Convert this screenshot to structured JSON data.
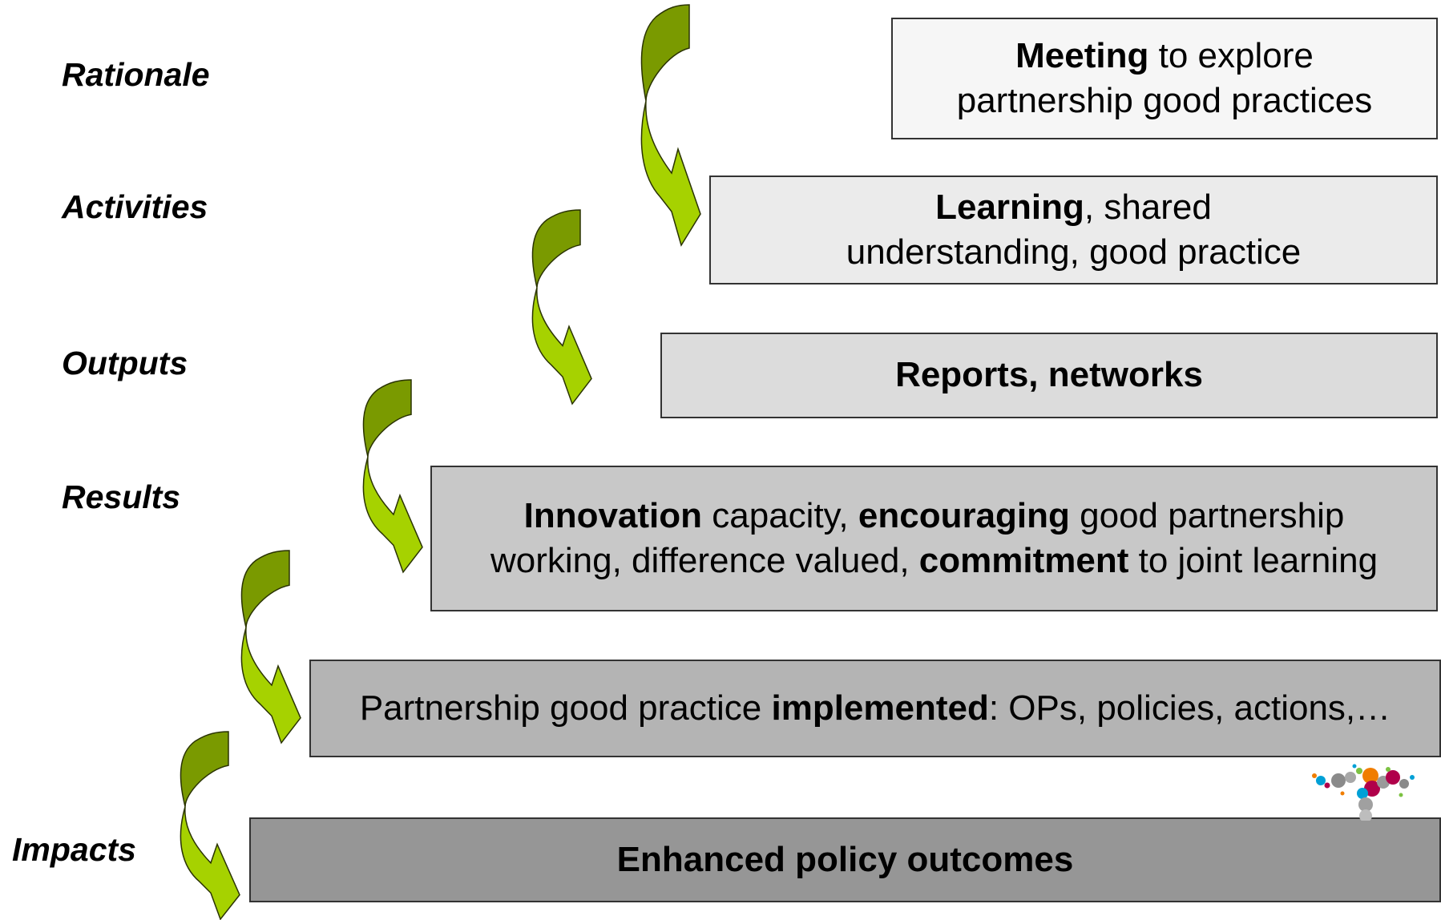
{
  "stages": [
    {
      "id": "rationale",
      "label": "Rationale",
      "lines": [
        [
          {
            "t": "Meeting",
            "b": true
          },
          {
            "t": " to explore",
            "b": false
          }
        ],
        [
          {
            "t": "partnership good practices",
            "b": false
          }
        ]
      ],
      "fill": "#f6f6f6"
    },
    {
      "id": "activities",
      "label": "Activities",
      "lines": [
        [
          {
            "t": "Learning",
            "b": true
          },
          {
            "t": ", shared",
            "b": false
          }
        ],
        [
          {
            "t": "understanding, good practice",
            "b": false
          }
        ]
      ],
      "fill": "#ebebeb"
    },
    {
      "id": "outputs",
      "label": "Outputs",
      "lines": [
        [
          {
            "t": "Reports, networks",
            "b": true
          }
        ]
      ],
      "fill": "#dcdcdc"
    },
    {
      "id": "results",
      "label": "Results",
      "lines": [
        [
          {
            "t": "Innovation",
            "b": true
          },
          {
            "t": " capacity, ",
            "b": false
          },
          {
            "t": "encouraging",
            "b": true
          },
          {
            "t": " good partnership",
            "b": false
          }
        ],
        [
          {
            "t": "working, difference valued, ",
            "b": false
          },
          {
            "t": "commitment",
            "b": true
          },
          {
            "t": " to joint learning",
            "b": false
          }
        ]
      ],
      "fill": "#c8c8c8"
    },
    {
      "id": "results-2",
      "label": "",
      "lines": [
        [
          {
            "t": "Partnership good practice ",
            "b": false
          },
          {
            "t": "implemented",
            "b": true
          },
          {
            "t": ": OPs, policies, actions,…",
            "b": false
          }
        ]
      ],
      "fill": "#b4b4b4"
    },
    {
      "id": "impacts",
      "label": "Impacts",
      "lines": [
        [
          {
            "t": "Enhanced policy outcomes",
            "b": true
          }
        ]
      ],
      "fill": "#969696"
    }
  ],
  "colors": {
    "arrow_dark": "#7a9a00",
    "arrow_light": "#a6d200",
    "arrow_stroke": "#2a3300",
    "box_border": "#333333"
  },
  "icons": {
    "arrow": "curved-down-arrow-icon",
    "logo": "dot-cluster-logo"
  }
}
